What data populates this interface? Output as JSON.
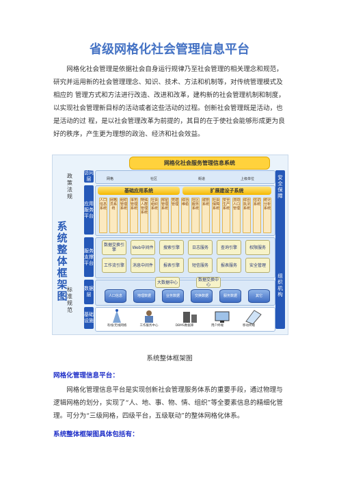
{
  "title": "省级网格化社会管理信息平台",
  "intro": "网格化社会管理是依据社会自身运行规律乃至社会管理的相关理念和规范，研究并运用新的社会管理理念、知识、技术、方法和机制等，对传统管理模式及相应的 管理方式和方法进行改造、改进和改革，建构新的社会管理机制和制度，以实现社会管理新目标的活动或者这些活动的过程。创新社会管理既是活动，也是活动的过 程，是以社会管理改革为前提的，其目的在于使社会能够形成更为良好的秩序，产生更为理想的政治、经济和社会效益。",
  "diagram": {
    "title": "网格化社会服务管理信息系统",
    "left_big": "系统整体框架图",
    "left_top": "政策法规",
    "left_bottom": "标准规范",
    "layers": [
      "访问层",
      "应用服务平台",
      "服务支撑平台",
      "数据层",
      "基础设施"
    ],
    "access_items": [
      "网格",
      "社区",
      "街道",
      "上级单位"
    ],
    "band_basic": "基础应用系统",
    "band_ext": "扩展建设子系统",
    "apps": [
      "人口信息系统",
      "网格员系统",
      "组织管理系统",
      "事务管理系统",
      "特殊人群管理系统",
      "社会组织系统",
      "房屋管理系统",
      "党建管理",
      "综治维稳",
      "社区服务系统",
      "城管系统",
      "社会保障系统",
      "安全生产系统",
      "流动人口管理",
      "综合执法系统",
      "信访系统",
      "统计分析系统"
    ],
    "services": [
      "数据交换引擎",
      "Web中间件",
      "搜索引擎",
      "日志服务",
      "查询引擎",
      "权限服务",
      "工作流引擎",
      "消息中间件",
      "报表引擎",
      "短信服务",
      "报表服务",
      "安全管理"
    ],
    "data_hub": [
      "大数据中心",
      "数据交换中心"
    ],
    "databases": [
      "人口信息",
      "地理数据",
      "业务数据",
      "交换数据",
      "服务数据",
      "其它"
    ],
    "infra": [
      "有线/无线网络",
      "工作服务中心",
      "DBMS数据库",
      "用户终端",
      "移动终端"
    ],
    "right_top": "安全保障",
    "right_bottom": "组织机构"
  },
  "caption": "系统整体框架图",
  "section1_heading": "网格化管理信息平台：",
  "section1_body": "网格化管理信息平台是实现创新社会管理服务体系的重要手段，通过物理与逻辑网格的划分，实现了“人、地、事、物、情、组织”等全要素信息的精细化管理。可分为“三级网格，四级平台，五级联动”的整体网格化体系。",
  "section2_heading": "系统整体框架图具体包括有：",
  "colors": {
    "title": "#4472c4",
    "heading": "#2030c8",
    "layer": "#2558b8",
    "band": "#f5b800"
  }
}
